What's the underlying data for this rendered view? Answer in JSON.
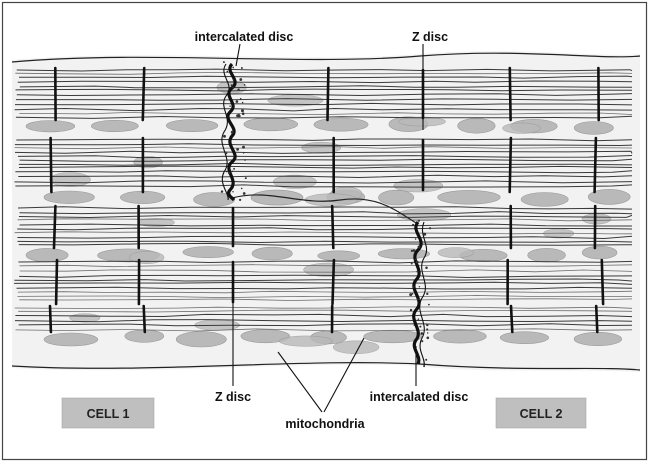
{
  "labels": {
    "intercalated_disc_top": "intercalated disc",
    "z_disc_top": "Z disc",
    "z_disc_bottom": "Z disc",
    "intercalated_disc_bottom": "intercalated disc",
    "mitochondria": "mitochondria",
    "cell_1": "CELL 1",
    "cell_2": "CELL 2"
  }
}
